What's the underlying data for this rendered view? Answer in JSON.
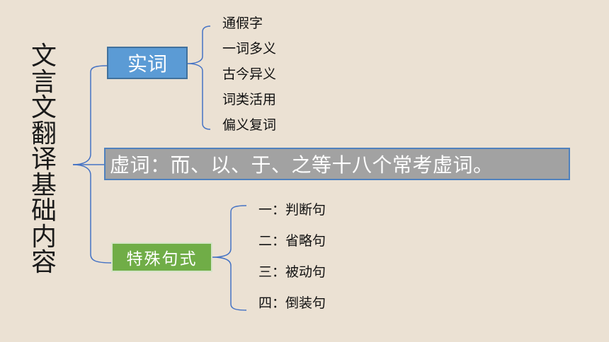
{
  "title": "文言文翻译基础内容",
  "shici": {
    "label": "实词",
    "items": [
      "通假字",
      "一词多义",
      "古今异义",
      "词类活用",
      "偏义复词"
    ]
  },
  "xuci": {
    "label": "虚词：而、以、于、之等十八个常考虚词。"
  },
  "teshu": {
    "label": "特殊句式",
    "items": [
      "一：判断句",
      "二：省略句",
      "三：被动句",
      "四：倒装句"
    ]
  },
  "colors": {
    "background": "#ebe1d3",
    "shici_box": "#5b9bd5",
    "xuci_box": "#a2a2a2",
    "teshu_box": "#70ad47",
    "connector": "#4472c4"
  }
}
